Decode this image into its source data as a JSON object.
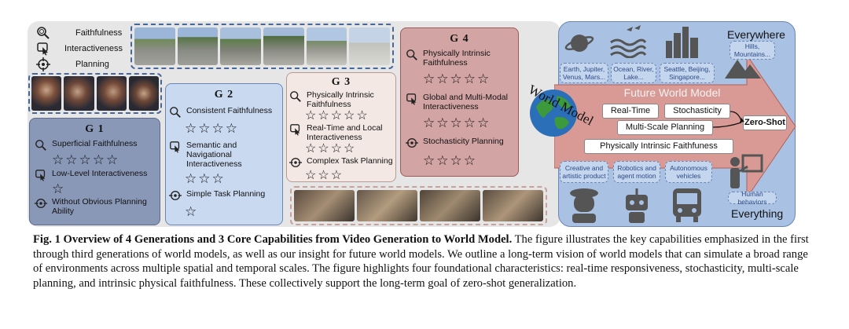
{
  "legend": {
    "items": [
      {
        "label": "Faithfulness",
        "icon": "magnifier-icon"
      },
      {
        "label": "Interactiveness",
        "icon": "cursor-icon"
      },
      {
        "label": "Planning",
        "icon": "target-icon"
      }
    ]
  },
  "generations": {
    "g1": {
      "title": "G 1",
      "items": [
        {
          "label": "Superficial Faithfulness",
          "stars": 5
        },
        {
          "label": "Low-Level Interactiveness",
          "stars": 1
        },
        {
          "label": "Without Obvious Planning Ability",
          "stars": 0
        }
      ]
    },
    "g2": {
      "title": "G 2",
      "items": [
        {
          "label": "Consistent Faithfulness",
          "stars": 4
        },
        {
          "label": "Semantic and Navigational Interactiveness",
          "stars": 3
        },
        {
          "label": "Simple Task Planning",
          "stars": 1
        }
      ]
    },
    "g3": {
      "title": "G 3",
      "items": [
        {
          "label": "Physically Intrinsic Faithfulness",
          "stars": 5
        },
        {
          "label": "Real-Time and Local Interactiveness",
          "stars": 4
        },
        {
          "label": "Complex Task Planning",
          "stars": 3
        }
      ]
    },
    "g4": {
      "title": "G 4",
      "items": [
        {
          "label": "Physically Intrinsic Faithfulness",
          "stars": 5
        },
        {
          "label": "Global and Multi-Modal Interactiveness",
          "stars": 5
        },
        {
          "label": "Stochasticity Planning",
          "stars": 4
        }
      ]
    }
  },
  "world_model_label": "World Model",
  "future": {
    "everywhere": "Everywhere",
    "everything": "Everything",
    "title": "Future World Model",
    "env_tags": [
      "Earth, Jupiter, Venus, Mars...",
      "Ocean, River, Lake...",
      "Seattle, Beijing, Singapore...",
      "Hills, Mountains..."
    ],
    "agent_tags": [
      "Creative and artistic product",
      "Robotics and agent motion",
      "Autonomous vehicles",
      "Human behaviors"
    ],
    "capabilities": {
      "realtime": "Real-Time",
      "stochasticity": "Stochasticity",
      "multiscale": "Multi-Scale Planning",
      "physical": "Physically Intrinsic Faithfuness",
      "zeroshot": "Zero-Shot"
    }
  },
  "caption": {
    "lead": "Fig. 1  Overview of 4 Generations and 3 Core Capabilities from Video Generation to World Model.",
    "body": " The figure illustrates the key capabilities emphasized in the first through third generations of world models, as well as our insight for future world models. We outline a long-term vision of world models that can simulate a broad range of environments across multiple spatial and temporal scales. The figure highlights four foundational characteristics: real-time responsiveness, stochasticity, multi-scale planning, and intrinsic physical faithfulness. These collectively support the long-term goal of zero-shot generalization."
  }
}
